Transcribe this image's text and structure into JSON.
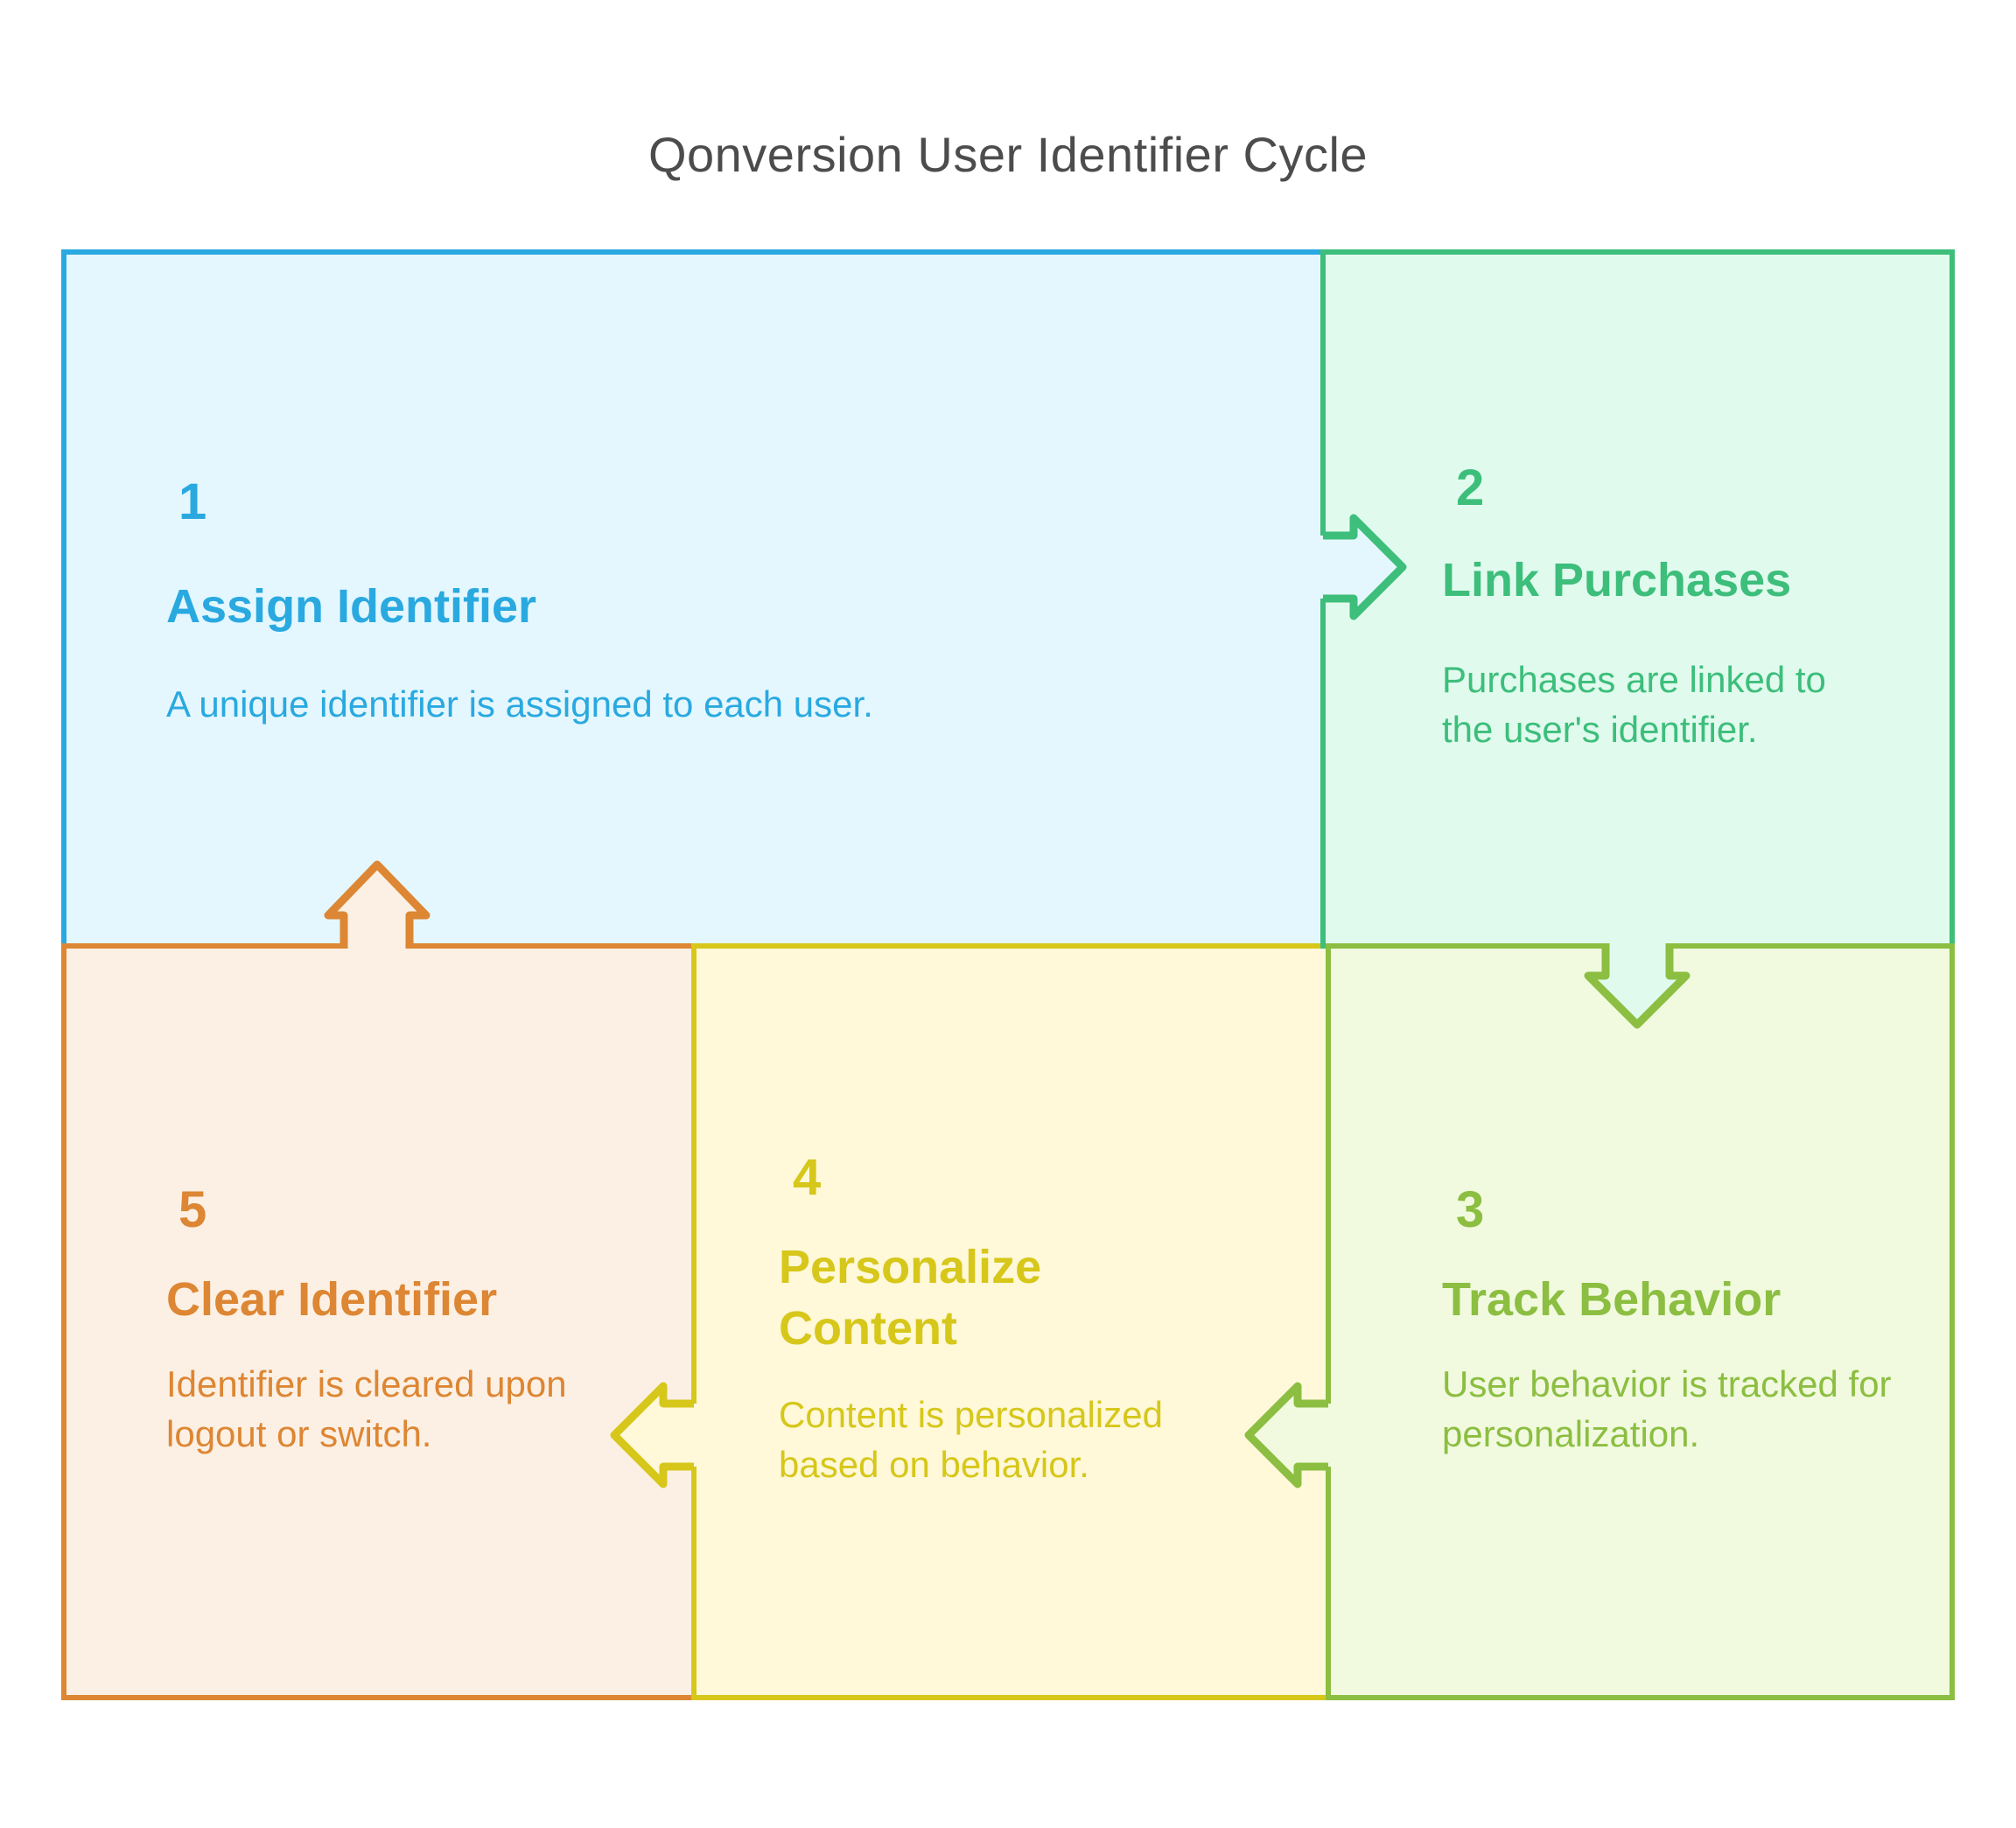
{
  "title": "Qonversion User Identifier Cycle",
  "colors": {
    "title": "#4C4C4C",
    "canvas_bg": "#FFFFFF"
  },
  "steps": [
    {
      "number": "1",
      "title": "Assign Identifier",
      "description": "A unique identifier is assigned to each user.",
      "accent": "#29A9E0",
      "bg": "#E4F7FE"
    },
    {
      "number": "2",
      "title": "Link Purchases",
      "description": "Purchases are linked to the user's identifier.",
      "accent": "#3DBE7B",
      "bg": "#E0FBEE"
    },
    {
      "number": "3",
      "title": "Track Behavior",
      "description": "User behavior is tracked for personalization.",
      "accent": "#8CBE41",
      "bg": "#F1FADF"
    },
    {
      "number": "4",
      "title": "Personalize Content",
      "description": "Content is personalized based on behavior.",
      "accent": "#D6C71A",
      "bg": "#FFF8D9"
    },
    {
      "number": "5",
      "title": "Clear Identifier",
      "description": "Identifier is cleared upon logout or switch.",
      "accent": "#DD8633",
      "bg": "#FCF0E4"
    }
  ],
  "arrows": [
    {
      "name": "step-1-to-step-2",
      "direction": "right",
      "stroke": "#3DBE7B",
      "fill": "#E4F7FE"
    },
    {
      "name": "step-2-to-step-3",
      "direction": "down",
      "stroke": "#8CBE41",
      "fill": "#E0FBEE"
    },
    {
      "name": "step-3-to-step-4",
      "direction": "left",
      "stroke": "#8CBE41",
      "fill": "#F1FADF"
    },
    {
      "name": "step-4-to-step-5",
      "direction": "left",
      "stroke": "#D6C71A",
      "fill": "#FFF8D9"
    },
    {
      "name": "step-5-to-step-1",
      "direction": "up",
      "stroke": "#DD8633",
      "fill": "#FCF0E4"
    }
  ]
}
